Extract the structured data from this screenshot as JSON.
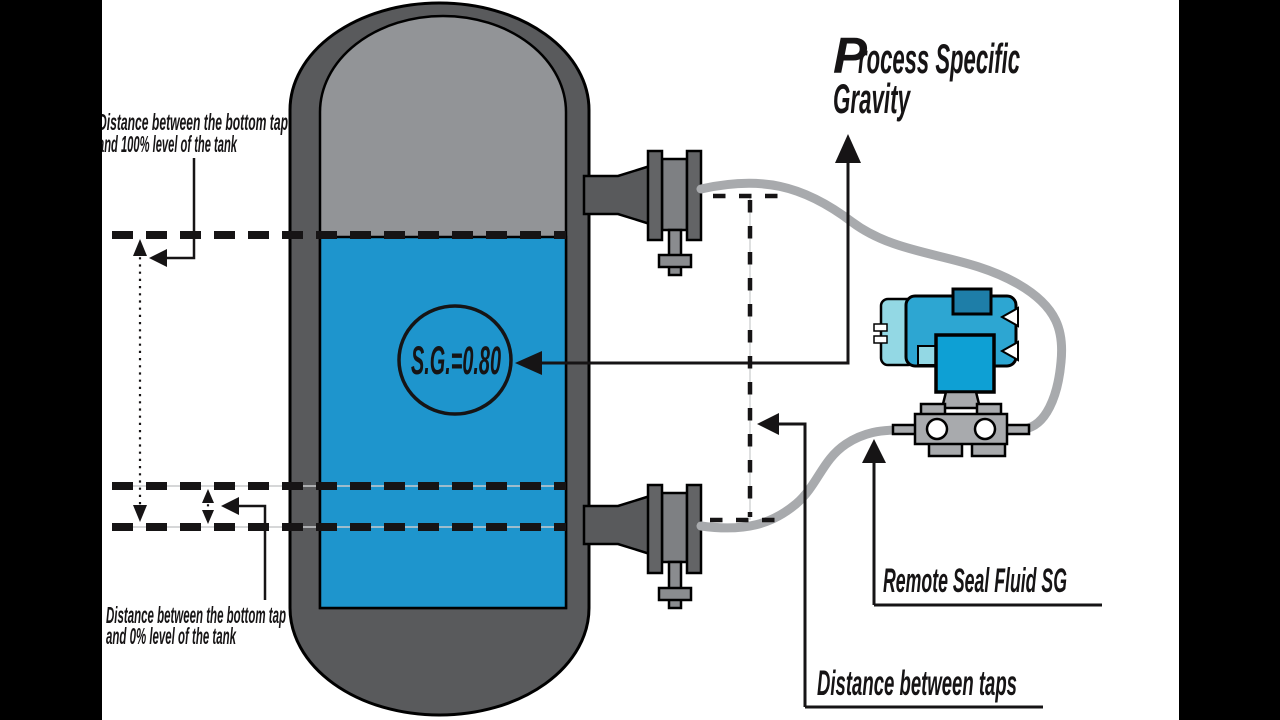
{
  "video_frame": {
    "title": {
      "initial": "P",
      "line1_rest": "rocess Specific",
      "line2": "Gravity"
    },
    "tank": {
      "sg_value": "S.G.=0.80"
    },
    "labels": {
      "top_distance_line1": "Distance between the bottom tap",
      "top_distance_line2": "and 100% level of the tank",
      "bottom_distance_line1": "Distance between the bottom tap",
      "bottom_distance_line2": "and 0% level of the tank",
      "remote_seal": "Remote Seal Fluid SG",
      "distance_between_taps": "Distance between taps"
    },
    "colors": {
      "letterbox": "#000000",
      "background": "#ffffff",
      "liquid_blue": "#1e95cd",
      "shell_gray": "#595a5c",
      "headspace_gray": "#929497",
      "metal_gray": "#a8aaad",
      "flange_dark": "#636466",
      "flange_mid": "#7e8083",
      "valve_gray": "#8a8c8f",
      "body_cyan": "#2da6d2",
      "cap_light_cyan": "#93d8e4",
      "tab_dark_teal": "#1e7ea8",
      "sensor_cyan": "#0ea0d4",
      "line_black": "#161415"
    }
  }
}
